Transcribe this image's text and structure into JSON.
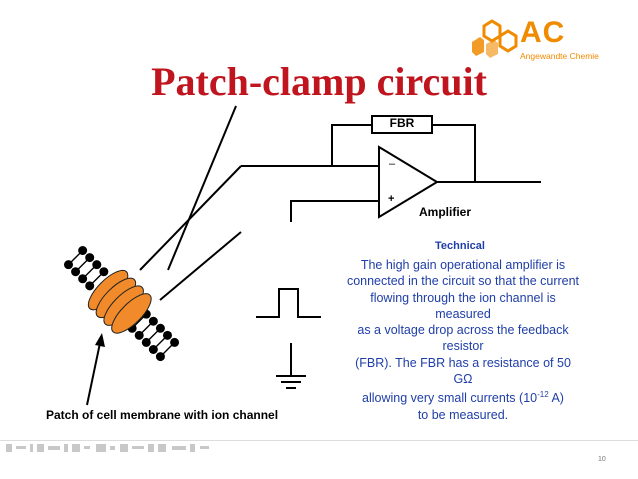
{
  "slide": {
    "title": "Patch-clamp circuit",
    "page_number": "10"
  },
  "logo": {
    "letters": "AC",
    "subtitle": "Angewandte Chemie",
    "color": "#f08a00"
  },
  "diagram": {
    "feedback_resistor_label": "FBR",
    "amplifier_label": "Amplifier",
    "inverting_input": "–",
    "non_inverting_input": "+",
    "membrane_label": "Patch of cell membrane with ion channel",
    "channel_color": "#f08a2a"
  },
  "technical": {
    "title": "Technical",
    "lines": [
      "The high gain operational amplifier is",
      "connected in the circuit so that the current",
      "flowing through the ion channel is",
      "measured",
      "as a voltage drop across the feedback",
      "resistor",
      "(FBR).  The FBR has a resistance of 50",
      "GΩ",
      "allowing very small currents (10",
      "-12",
      " A)",
      "to be measured."
    ],
    "color": "#1f3ea8"
  },
  "colors": {
    "title": "#c0141e"
  }
}
